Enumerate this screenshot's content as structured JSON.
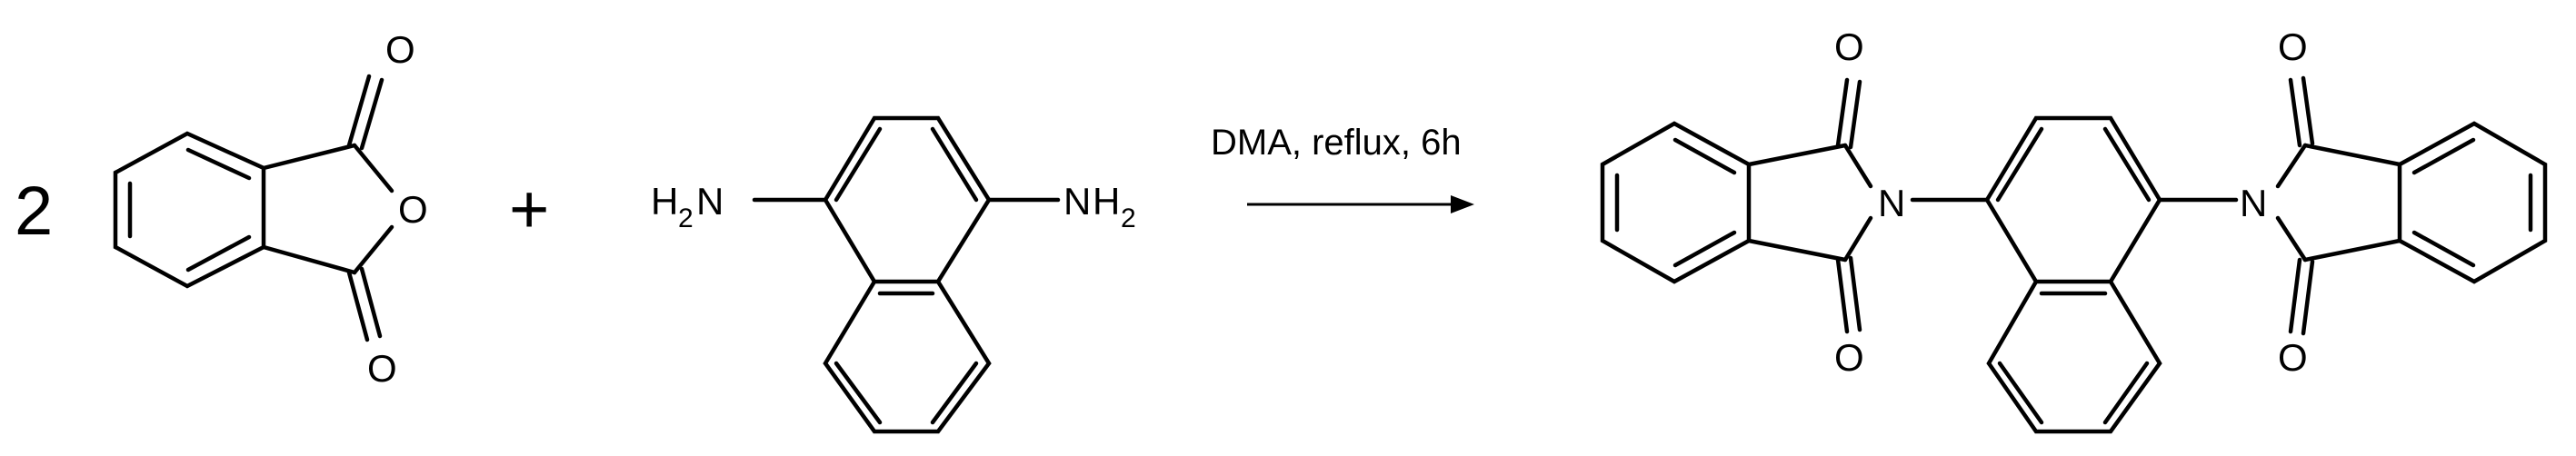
{
  "reaction": {
    "coefficient": "2",
    "plus": "+",
    "conditions": "DMA, reflux, 6h",
    "reactant1": {
      "ring_oxygen": "O",
      "carbonyl_top": "O",
      "carbonyl_bottom": "O"
    },
    "reactant2": {
      "amine_left_h": "H",
      "amine_left_sub": "2",
      "amine_left_n": "N",
      "amine_right_n": "N",
      "amine_right_h": "H",
      "amine_right_sub": "2"
    },
    "product": {
      "n_left": "N",
      "n_right": "N",
      "o_left_top": "O",
      "o_left_bottom": "O",
      "o_right_top": "O",
      "o_right_bottom": "O"
    }
  }
}
